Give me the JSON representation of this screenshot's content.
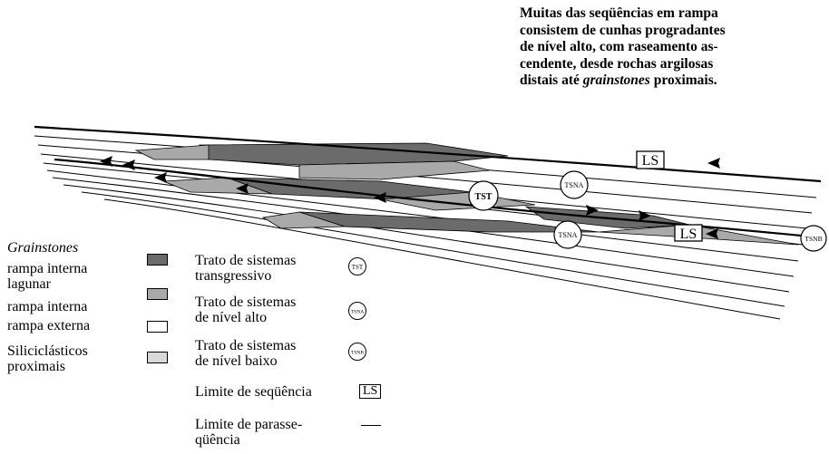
{
  "caption": {
    "line1": "Muitas das seqüências em rampa",
    "line2": "consistem de cunhas progradantes",
    "line3": "de nível alto, com raseamento as-",
    "line4": "cendente, desde rochas argilosas",
    "line5_prefix": "distais até ",
    "line5_italic": "grainstones",
    "line5_suffix": " proximais."
  },
  "diagram_labels": {
    "ls_top": "LS",
    "ls_mid": "LS",
    "tst": "TST",
    "tsna_upper": "TSNA",
    "tsna_lower": "TSNA",
    "tsnb": "TSNB"
  },
  "legend_facies": {
    "grainstones": "Grainstones",
    "rampa_interna_lagunar_1": "rampa interna",
    "rampa_interna_lagunar_2": "lagunar",
    "rampa_interna": "rampa interna",
    "rampa_externa": "rampa externa",
    "siliciclasticos_1": "Siliciclásticos",
    "siliciclasticos_2": "proximais"
  },
  "legend_symbols": {
    "tst_1": "Trato de sistemas",
    "tst_2": "transgressivo",
    "tst_icon": "TST",
    "tsna_1": "Trato de sistemas",
    "tsna_2": "de nível alto",
    "tsna_icon": "TSNA",
    "tsnb_1": "Trato de sistemas",
    "tsnb_2": "de nível baixo",
    "tsnb_icon": "TSNB",
    "ls_label": "Limite de seqüência",
    "ls_icon": "LS",
    "parasseq_1": "Limite de parasse-",
    "parasseq_2": "qüência"
  },
  "colors": {
    "grainstones": "#6b6b6b",
    "rampa_interna_lagunar": "#a9a9a9",
    "rampa_externa": "#ffffff",
    "siliciclasticos": "#d9d9d9"
  }
}
